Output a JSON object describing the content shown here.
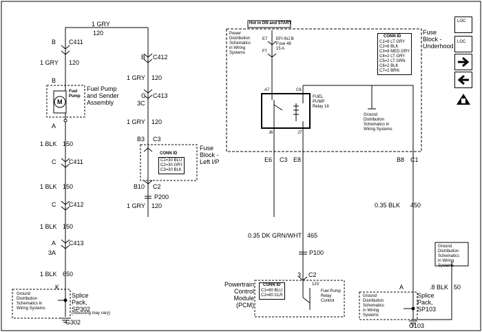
{
  "wires": {
    "top_color": "1 GRY",
    "top_circuit": "120",
    "left": {
      "b_pin": "B",
      "c411": "C411",
      "w1": "1 GRY",
      "w1_num": "120",
      "b_lower": "B",
      "a_pin": "A",
      "w2": "1 BLK",
      "w2_num": "150",
      "c_pin": "C",
      "c411_b": "C411",
      "w3": "1 BLK",
      "w3_num": "150",
      "c_pin2": "C",
      "c412": "C412",
      "w4": "1 BLK",
      "w4_num": "150",
      "a_pin2": "A",
      "c413": "C413",
      "pin_3a": "3A",
      "w5": "1 BLK",
      "w5_num": "650",
      "k_pin": "K"
    },
    "middle": {
      "b_pin": "B",
      "c412": "C412",
      "w1": "1 GRY",
      "w1_num": "120",
      "c_pin": "C",
      "c413": "C413",
      "pin_3c": "3C",
      "w2": "1 GRY",
      "w2_num": "120",
      "b3": "B3",
      "c3": "C3",
      "b10": "B10",
      "c2": "C2",
      "p200": "P200",
      "w3": "1 GRY",
      "w3_num": "120"
    },
    "right": {
      "e6": "E6",
      "c3": "C3",
      "e8": "E8",
      "b8": "B8",
      "c1": "C1",
      "dk_grn": "0.35 DK GRN/WHT",
      "dk_grn_num": "465",
      "blk_35": "0.35 BLK",
      "blk_35_num": "450",
      "p100": "P100",
      "pin3": "3",
      "c2": "C2",
      "a_pin": "A",
      "blk_8": ".8 BLK",
      "blk_8_num": "50",
      "g103": "G103"
    }
  },
  "pump": {
    "name": "Fuel Pump\nand Sender\nAssembly",
    "motor": "M",
    "inner_label": "Fuel\nPump"
  },
  "fuse_lip": {
    "name": "Fuse\nBlock -\nLeft I/P",
    "conn_title": "CONN ID",
    "conn_lines": [
      "C1=30 BLU",
      "C2=30 GRY",
      "C3=30 BLK"
    ]
  },
  "underhood": {
    "name": "Fuse\nBlock -\nUnderhood",
    "hot_label": "Hot in ON and START",
    "power_note": "Power\nDistribution\nSchematics\nin Wiring\nSystems",
    "e7": "E7",
    "f7": "F7",
    "fuse_name": "EFI INJ B\nFuse 48\n15 A",
    "relay_pin_a7": "A7",
    "relay_pin_c6": "C6",
    "relay_pin_j6": "J6",
    "relay_pin_j7": "J7",
    "relay_name": "FUEL\nPUMP\nRelay 18",
    "ground_note": "Ground\nDistribution\nSchematics in\nWiring Systems",
    "conn_title": "CONN ID",
    "conn_lines": [
      "C1=8 LT GRY",
      "C2=8 BLK",
      "C3=8 MED GRY",
      "C4=2 LT GRY",
      "C5=2 LT GRN",
      "C6=2 BLK",
      "C7=2 BRN"
    ]
  },
  "pcm": {
    "name": "Powertrain\nControl\nModule\n(PCM)",
    "conn_title": "CONN ID",
    "conn_lines": [
      "C1=80 BLU",
      "C2=80 CLR"
    ],
    "voltage": "12V",
    "relay_ctrl": "Fuel Pump\nRelay\nControl"
  },
  "splice_left": {
    "name": "Splice\nPack,\nSP302",
    "ground_note": "Ground\nDistribution\nSchematics in\nWiring Systems",
    "note": "(rebussing may vary)",
    "ground": "G302"
  },
  "splice_right": {
    "name": "Splice\nPack,\nSP103",
    "ground_note": "Ground\nDistribution\nSchematics\nin Wiring\nSystems",
    "ground_note2": "Ground\nDistribution\nSchematics\nin Wiring\nSystems"
  },
  "nav": {
    "loc1": "LOC",
    "loc2": "LOC"
  },
  "colors": {
    "line": "#000000",
    "background": "#ffffff"
  }
}
